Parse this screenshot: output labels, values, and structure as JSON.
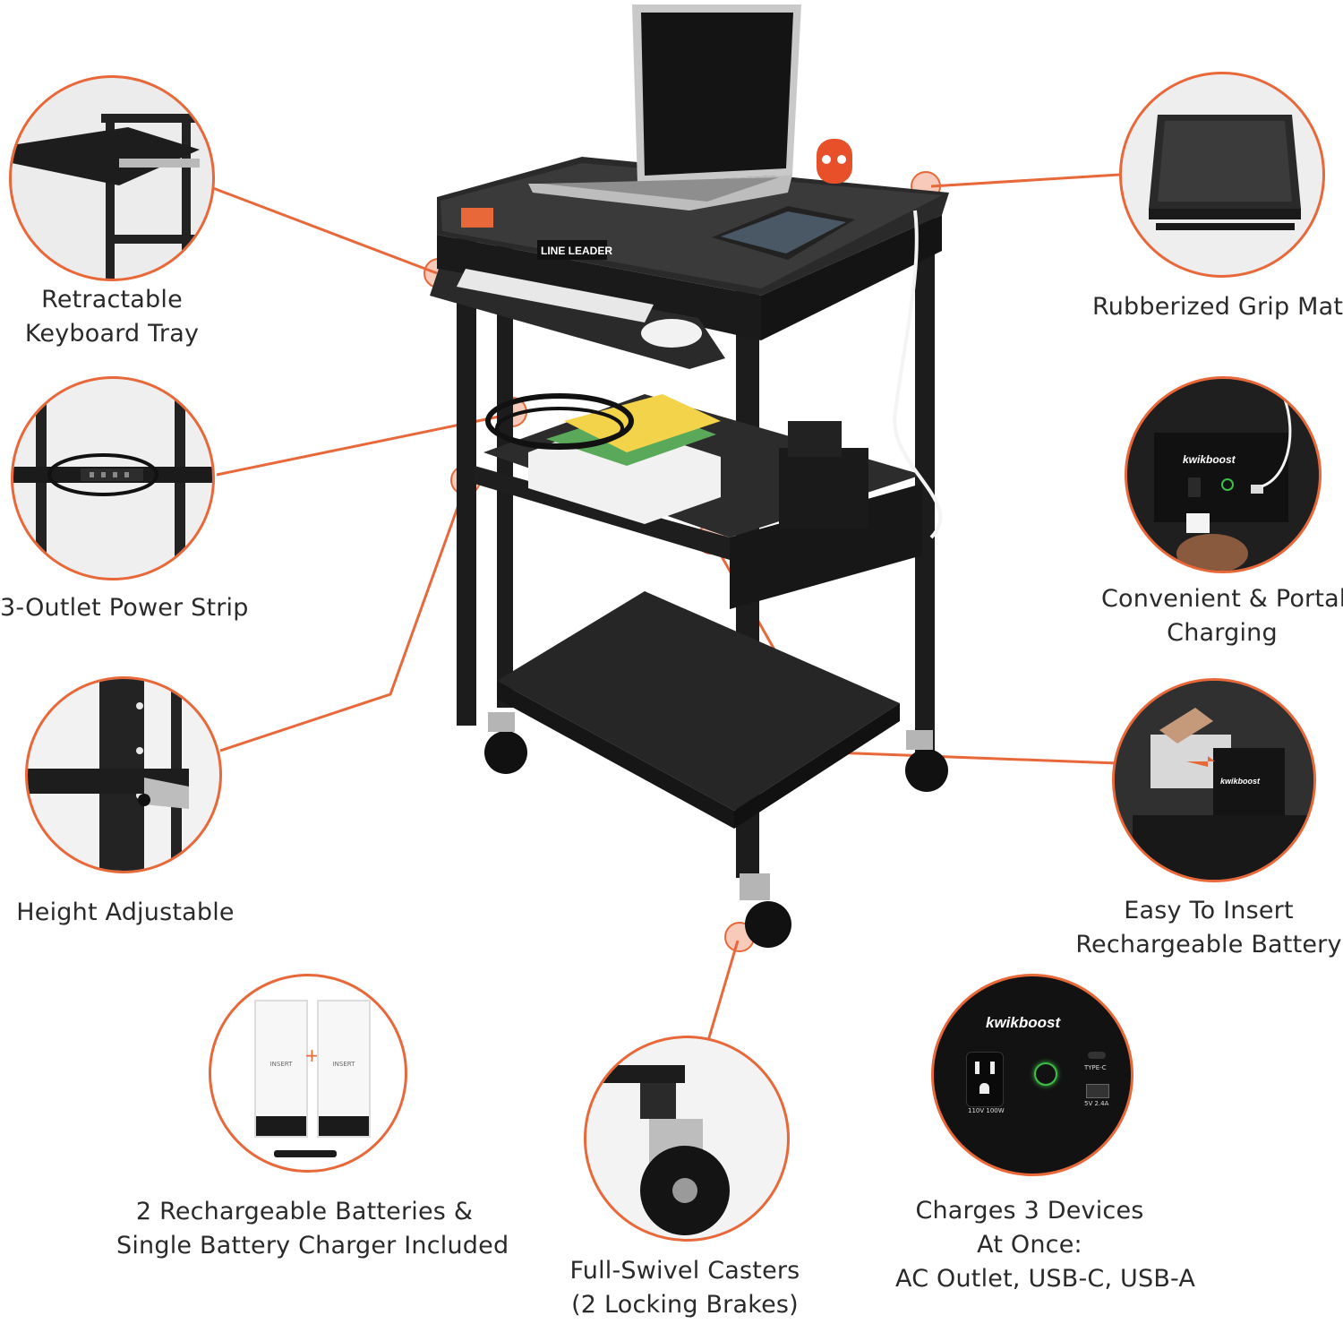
{
  "callouts": {
    "keyboard_tray": {
      "lines": [
        "Retractable",
        "Keyboard Tray"
      ]
    },
    "power_strip": {
      "lines": [
        "3-Outlet Power Strip"
      ]
    },
    "height": {
      "lines": [
        "Height Adjustable"
      ]
    },
    "batteries": {
      "lines": [
        "2 Rechargeable Batteries &",
        "Single Battery Charger Included"
      ]
    },
    "casters": {
      "lines": [
        "Full-Swivel Casters",
        "(2 Locking Brakes)"
      ]
    },
    "charges": {
      "lines": [
        "Charges 3 Devices",
        "At Once:",
        "AC Outlet, USB-C, USB-A"
      ]
    },
    "grip_mat": {
      "lines": [
        "Rubberized Grip Mat"
      ]
    },
    "charging": {
      "lines": [
        "Convenient & Portable",
        "Charging"
      ]
    },
    "insert": {
      "lines": [
        "Easy To Insert",
        "Rechargeable Battery"
      ]
    }
  },
  "product": {
    "brand_label": "LINE LEADER",
    "kwikboost_logo": "kwikboost",
    "port_type_c": "TYPE-C",
    "port_usb_a": "5V 2.4A",
    "outlet_rating": "110V 100W",
    "battery_insert_label": "INSERT",
    "battery_brand": "kwikboost"
  },
  "colors": {
    "accent": "#e8683a",
    "cart": "#1c1c1c"
  }
}
